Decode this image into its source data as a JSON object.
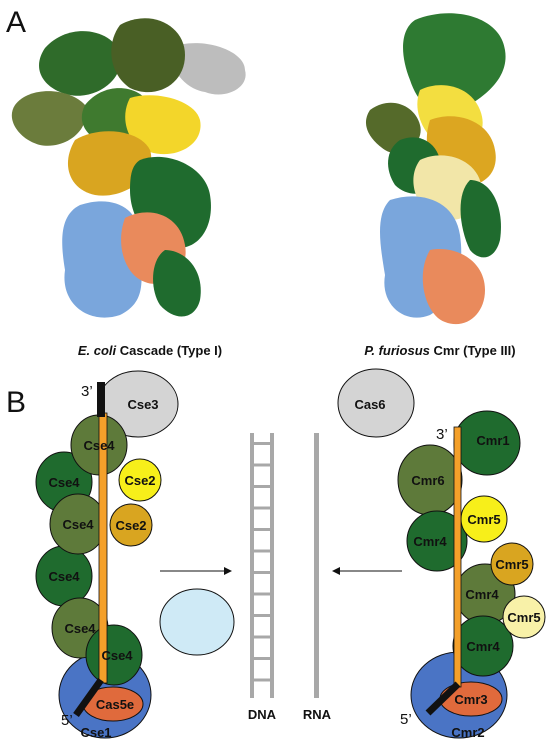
{
  "panels": {
    "a_letter": "A",
    "b_letter": "B"
  },
  "captions": {
    "left": {
      "species": "E. coli",
      "rest": " Cascade (Type I)"
    },
    "right": {
      "species": "P. furiosus",
      "rest": " Cmr (Type III)"
    }
  },
  "cascade": {
    "prime3": "3’",
    "prime5": "5’",
    "cse3": "Cse3",
    "cse4_labels": [
      "Cse4",
      "Cse4",
      "Cse4",
      "Cse4",
      "Cse4",
      "Cse4"
    ],
    "cse2_labels": [
      "Cse2",
      "Cse2"
    ],
    "cas5e": "Cas5e",
    "cse1": "Cse1"
  },
  "cmr": {
    "prime3": "3’",
    "prime5": "5’",
    "cas6": "Cas6",
    "cmr1": "Cmr1",
    "cmr6": "Cmr6",
    "cmr5_labels": [
      "Cmr5",
      "Cmr5",
      "Cmr5"
    ],
    "cmr4_labels": [
      "Cmr4",
      "Cmr4",
      "Cmr4"
    ],
    "cmr3": "Cmr3",
    "cmr2": "Cmr2"
  },
  "targets": {
    "dna": "DNA",
    "rna": "RNA"
  },
  "colors": {
    "dark_green": "#1f6b2e",
    "olive_green": "#5e7a3a",
    "yellow": "#f7ef1a",
    "gold": "#d9a520",
    "pale_yellow": "#f8f1a8",
    "light_gray": "#d4d4d4",
    "blue": "#4a74c5",
    "orange_red": "#e06a3c",
    "orange_crrna": "#f4a02a",
    "light_blue": "#cfeaf6",
    "gray": "#a8a8a8"
  }
}
